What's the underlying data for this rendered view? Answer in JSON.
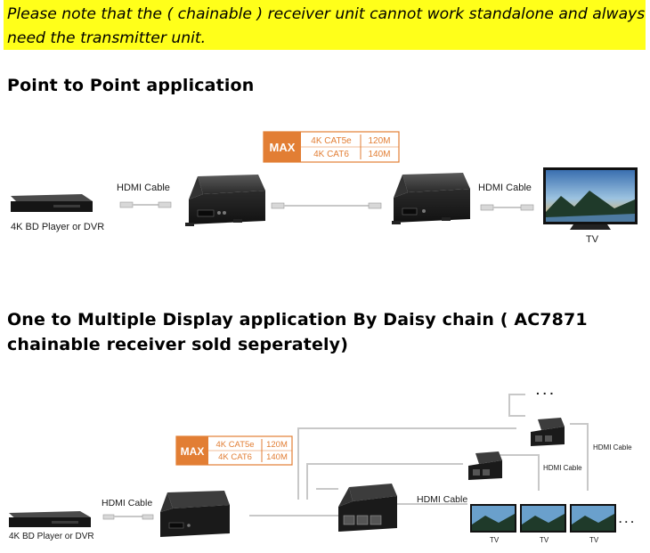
{
  "note": {
    "line1": "Please note that the ( chainable ) receiver unit cannot work standalone and always",
    "line2": "need the transmitter unit."
  },
  "section1": {
    "title": "Point to Point application",
    "max_badge": {
      "max": "MAX",
      "row1_type": "4K CAT5e",
      "row1_len": "120M",
      "row2_type": "4K CAT6",
      "row2_len": "140M"
    },
    "source_label": "4K BD Player or DVR",
    "hdmi_left": "HDMI Cable",
    "hdmi_right": "HDMI Cable",
    "tv_label": "TV"
  },
  "section2": {
    "title_line1": "One to Multiple Display application By Daisy chain ( AC7871",
    "title_line2": "chainable receiver sold seperately)",
    "max_badge": {
      "max": "MAX",
      "row1_type": "4K CAT5e",
      "row1_len": "120M",
      "row2_type": "4K CAT6",
      "row2_len": "140M"
    },
    "source_label": "4K BD Player or DVR",
    "hdmi_left": "HDMI Cable",
    "hdmi_center": "HDMI Cable",
    "hdmi_mid": "HDMI Cable",
    "hdmi_right": "HDMI Cable",
    "tv_labels": [
      "TV",
      "TV",
      "TV"
    ],
    "dots_top": ". . .",
    "dots_right": ". . ."
  },
  "colors": {
    "note_bg": "#ffff1a",
    "badge_orange": "#e27e34"
  }
}
